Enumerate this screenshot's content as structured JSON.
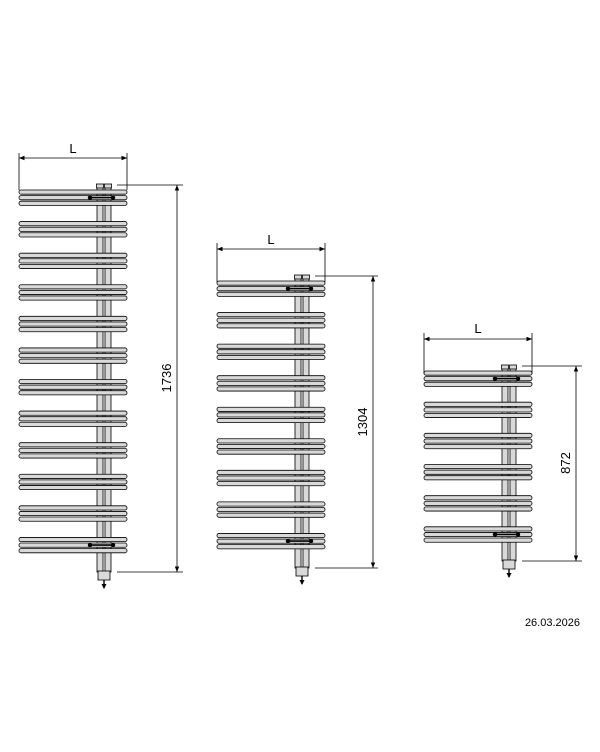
{
  "drawings": [
    {
      "width_label": "L",
      "height_label": "1736",
      "groups": 12
    },
    {
      "width_label": "L",
      "height_label": "1304",
      "groups": 9
    },
    {
      "width_label": "L",
      "height_label": "872",
      "groups": 6
    }
  ],
  "date": "26.03.2026",
  "colors": {
    "tube_fill": "#d9d9d9",
    "tube_stroke": "#000000",
    "line": "#000000"
  }
}
